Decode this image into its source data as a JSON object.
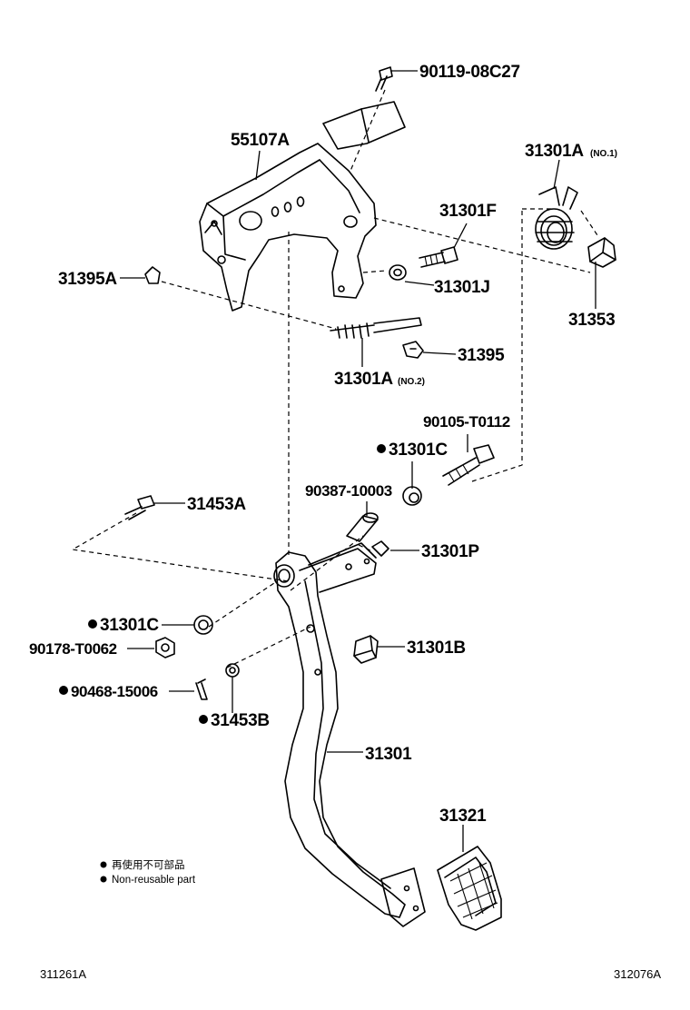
{
  "labels": {
    "l_90119": "90119-08C27",
    "l_55107A": "55107A",
    "l_31301A_1": "31301A",
    "l_31301A_1_sub": "(NO.1)",
    "l_31301F": "31301F",
    "l_31395A": "31395A",
    "l_31301J": "31301J",
    "l_31353": "31353",
    "l_31395": "31395",
    "l_31301A_2": "31301A",
    "l_31301A_2_sub": "(NO.2)",
    "l_90105": "90105-T0112",
    "l_31301C_top": "31301C",
    "l_31453A": "31453A",
    "l_90387": "90387-10003",
    "l_31301P": "31301P",
    "l_31301C_bot": "31301C",
    "l_90178": "90178-T0062",
    "l_31301B": "31301B",
    "l_90468": "90468-15006",
    "l_31453B": "31453B",
    "l_31301": "31301",
    "l_31321": "31321"
  },
  "legend": {
    "line1": "再使用不可部品",
    "line2": "Non-reusable part"
  },
  "footer": {
    "left_code": "311261A",
    "right_code": "312076A"
  }
}
